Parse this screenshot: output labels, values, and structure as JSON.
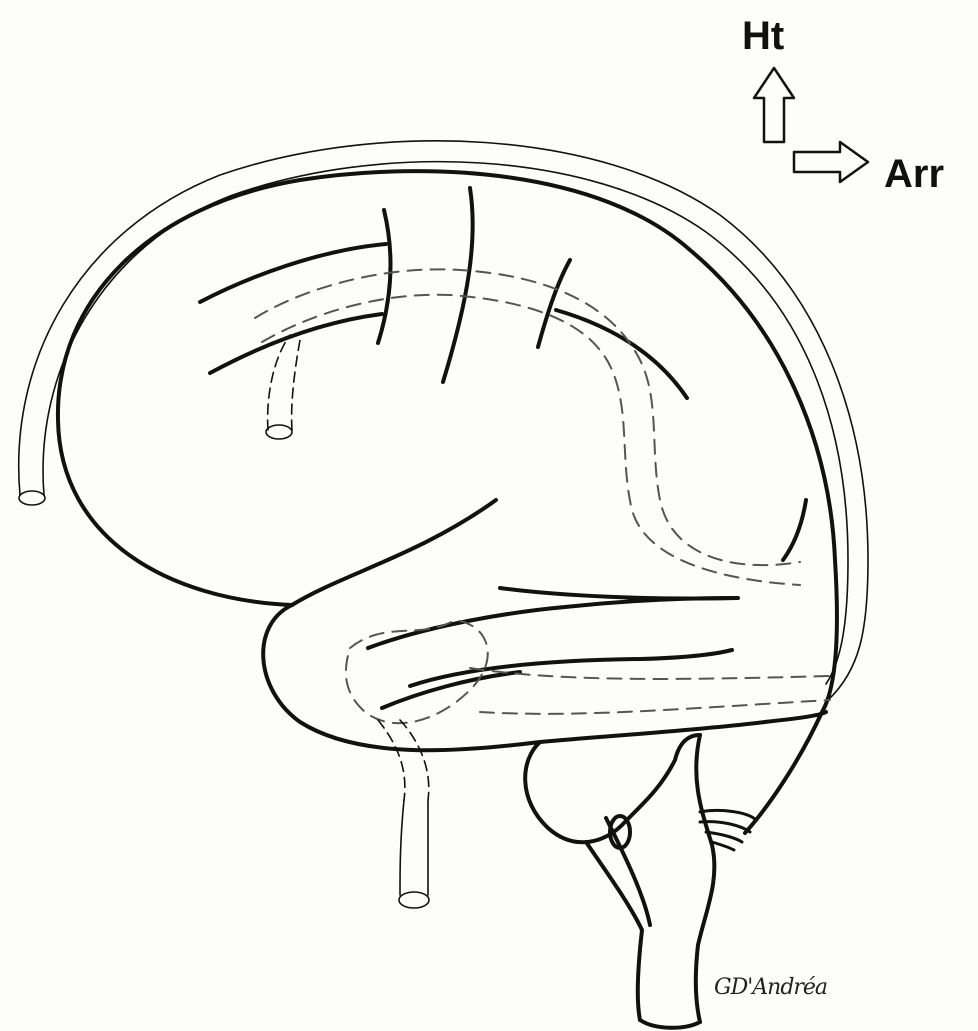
{
  "orientation": {
    "up_label": "Ht",
    "right_label": "Arr"
  },
  "signature": "GD'Andréa",
  "icons": {
    "up": "arrow-up-outline-icon",
    "right": "arrow-right-outline-icon"
  },
  "colors": {
    "ink": "#111111",
    "paper": "#fdfdfb",
    "dashed": "#555555"
  }
}
